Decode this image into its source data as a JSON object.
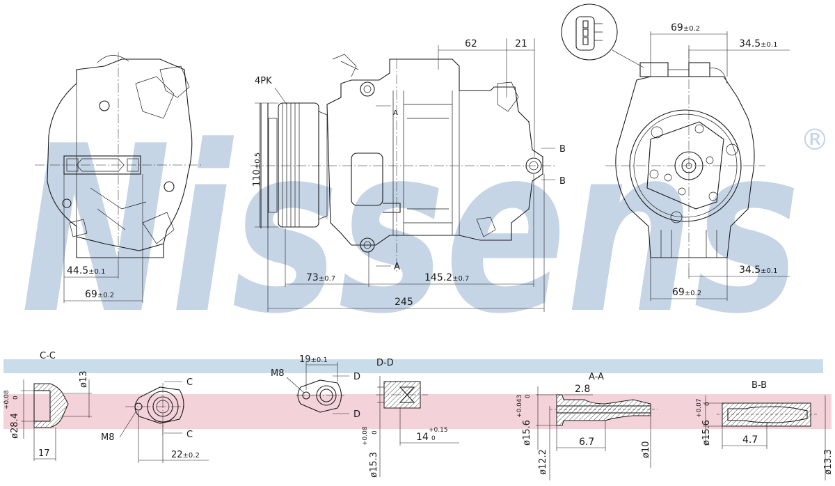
{
  "brand": {
    "watermark": "Nissens",
    "registered": "®",
    "color_watermark": "#c5d5e6"
  },
  "colors": {
    "band_blue": "#c9dcea",
    "band_pink": "#f4d2d9",
    "ink": "#1a1a1a"
  },
  "dimensions": {
    "left_view": {
      "d445": "44.5",
      "d445_tol": "±0.1",
      "d69": "69",
      "d69_tol": "±0.2"
    },
    "side_view": {
      "belt": "4PK",
      "d110": "110",
      "d110_tol": "±0.5",
      "d62": "62",
      "d21": "21",
      "d73": "73",
      "d73_tol": "±0.7",
      "d1452": "145.2",
      "d1452_tol": "±0.7",
      "d245": "245",
      "sec_a": "A",
      "sec_b": "B"
    },
    "right_view": {
      "d69_top": "69",
      "d69_top_tol": "±0.2",
      "d345_top": "34.5",
      "d345_top_tol": "±0.1",
      "d345_bot": "34.5",
      "d345_bot_tol": "±0.1",
      "d69_bot": "69",
      "d69_bot_tol": "±0.2"
    }
  },
  "sections": {
    "cc": {
      "title": "C-C",
      "d13": "ø13",
      "d284": "ø28.4",
      "d284_tol_up": "+0.08",
      "d284_tol_low": "0",
      "d17": "17"
    },
    "c_view": {
      "c": "C",
      "m8": "M8",
      "d22": "22",
      "d22_tol": "±0.2"
    },
    "d_view": {
      "m8": "M8",
      "d19": "19",
      "d19_tol": "±0.1",
      "d": "D"
    },
    "dd": {
      "title": "D-D",
      "d153": "ø15.3",
      "d153_tol_up": "+0.08",
      "d153_tol_low": "0",
      "d14": "14",
      "d14_tol_up": "+0.15",
      "d14_tol_low": "0"
    },
    "aa": {
      "title": "A-A",
      "d28": "2.8",
      "d156": "ø15.6",
      "d156_tol_up": "+0.043",
      "d156_tol_low": "0",
      "d122": "ø12.2",
      "d67": "6.7",
      "d10": "ø10"
    },
    "bb": {
      "title": "B-B",
      "d156": "ø15.6",
      "d156_tol_up": "+0.07",
      "d156_tol_low": "0",
      "d47": "4.7",
      "d133": "ø13.3"
    }
  }
}
